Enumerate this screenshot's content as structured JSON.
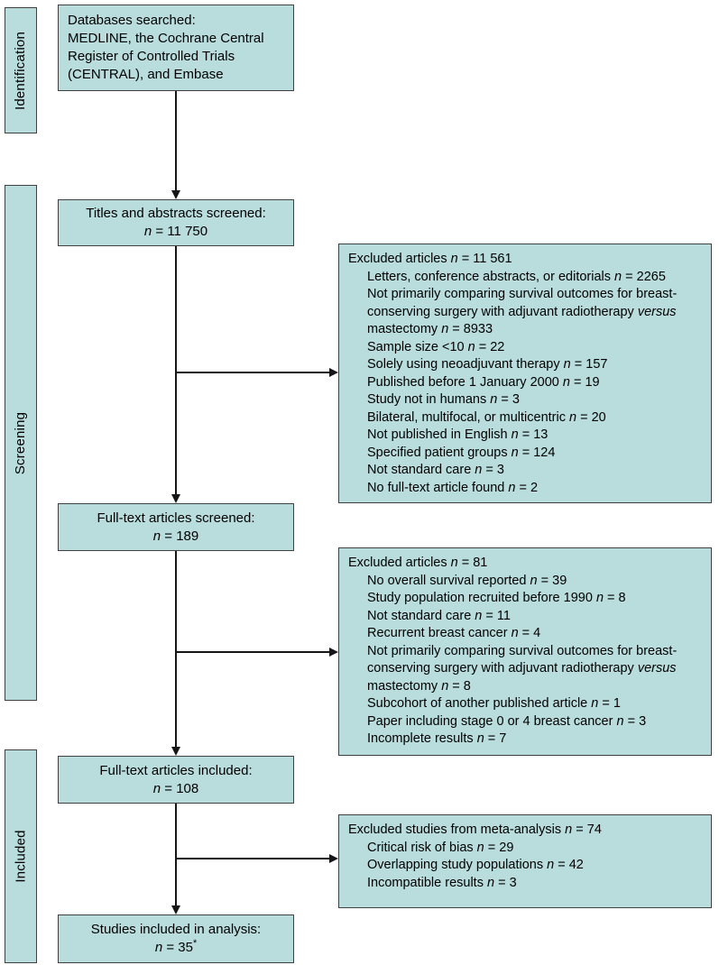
{
  "colors": {
    "box_fill": "#b9dcdd",
    "box_border": "#404040"
  },
  "stage_labels": [
    {
      "label": "Identification"
    },
    {
      "label": "Screening"
    },
    {
      "label": "Included"
    }
  ],
  "main_boxes": [
    {
      "lines": [
        "Databases searched:",
        "MEDLINE, the Cochrane Central",
        "Register of Controlled Trials",
        "(CENTRAL), and Embase"
      ]
    },
    {
      "lines": [
        "Titles and abstracts screened:",
        "n = 11 750"
      ]
    },
    {
      "lines": [
        "Full-text articles screened:",
        "n = 189"
      ]
    },
    {
      "lines": [
        "Full-text articles included:",
        "n = 108"
      ]
    },
    {
      "lines": [
        "Studies included in analysis:",
        "n = 35*"
      ]
    }
  ],
  "exclusion_boxes": [
    {
      "title": "Excluded articles n = 11 561",
      "items": [
        "Letters, conference abstracts, or editorials n = 2265",
        "Not primarily comparing survival outcomes for breast-conserving surgery with adjuvant radiotherapy versus mastectomy n = 8933",
        "Sample size <10 n = 22",
        "Solely using neoadjuvant therapy n = 157",
        "Published before 1 January 2000 n = 19",
        "Study not in humans n = 3",
        "Bilateral, multifocal, or multicentric n = 20",
        "Not published in English n = 13",
        "Specified patient groups n = 124",
        "Not standard care n = 3",
        "No full-text article found n = 2"
      ]
    },
    {
      "title": "Excluded articles n = 81",
      "items": [
        "No overall survival reported n = 39",
        "Study population recruited before 1990 n = 8",
        "Not standard care n = 11",
        "Recurrent breast cancer n = 4",
        "Not primarily comparing survival outcomes for breast-conserving surgery with adjuvant radiotherapy versus mastectomy n = 8",
        "Subcohort of another published article n = 1",
        "Paper including stage 0 or 4 breast cancer n = 3",
        "Incomplete results n = 7"
      ]
    },
    {
      "title": "Excluded studies from meta-analysis n = 74",
      "items": [
        "Critical risk of bias n = 29",
        "Overlapping study populations n = 42",
        "Incompatible results n = 3"
      ]
    }
  ]
}
